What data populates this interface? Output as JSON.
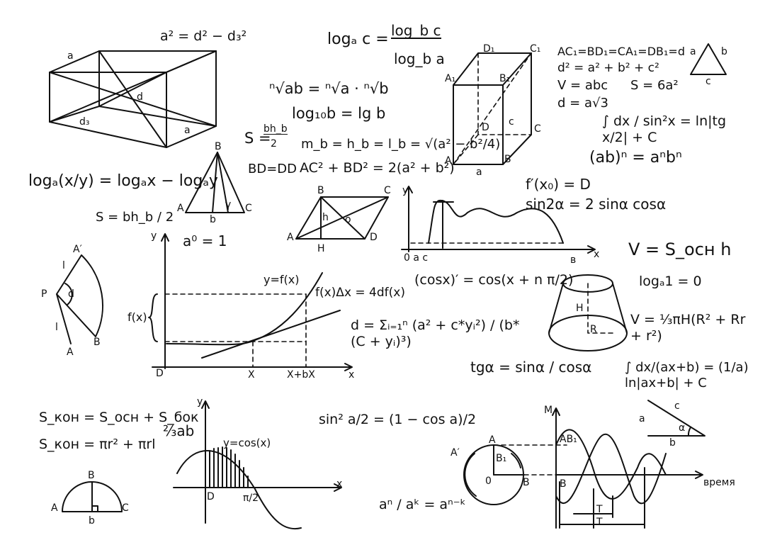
{
  "ink_color": "#111111",
  "background_color": "#ffffff",
  "formulas": {
    "pythag_3d": "a² = d² − d₃²",
    "log_change_base": "logₐ c = log_b c / log_b a",
    "log_change_base_lhs": "logₐ c =",
    "log_change_base_num": "log_b c",
    "log_change_base_den": "log_b a",
    "root_product": "ⁿ√ab = ⁿ√a · ⁿ√b",
    "log10": "log₁₀b = lg b",
    "triangle_area": "S = bh_b / 2",
    "triangle_area_lhs": "S =",
    "triangle_area_num": "bh_b",
    "triangle_area_den": "2",
    "median_height": "m_b = h_b = l_b = √(a² − b²/4)",
    "bd_dd": "BD=DD",
    "parallelogram_diag": "AC² + BD² = 2(a² + b²)",
    "log_quotient": "logₐ(x/y) = logₐx − logₐy",
    "zero_power": "a⁰ = 1",
    "cube_diagonals": "AC₁=BD₁=CA₁=DB₁=d",
    "box_diag": "d² = a² + b² + c²",
    "box_volume": "V = abc",
    "cube_area": "S = 6a²",
    "cube_diag": "d = a√3",
    "integral_sin": "∫ dx / sin²x = ln|tg x/2| + C",
    "power_product": "(ab)ⁿ = aⁿbⁿ",
    "derivative": "f′(x₀) = D",
    "double_angle": "sin2α = 2 sinα cosα",
    "cylinder_volume": "V = S_осн h",
    "log_one": "logₐ1 = 0",
    "frustum_volume": "V = ⅓πH(R² + Rr + r²)",
    "cos_shift": "(cosx)′ = cos(x + n π/2)",
    "y_fx": "y=f(x)",
    "differential": "f(x)Δx = 4df(x)",
    "fx_label": "f(x)",
    "sum_formula": "d = Σᵢ₌₁ⁿ (a² + c*yᵢ²) / (b*(C + yᵢ)³)",
    "tangent": "tgα = sinα / cosα",
    "integral_linear": "∫ dx/(ax+b) = (1/a) ln|ax+b| + C",
    "cone_area": "S_кон = S_осн + S_бок",
    "cone_area2": "S_кон = πr² + πrl",
    "two_thirds": "⅔ab",
    "y_cos": "y=cos(x)",
    "half_angle": "sin² a/2 = (1 − cos a)/2",
    "power_quotient": "aⁿ / aᵏ = aⁿ⁻ᵏ",
    "time_label": "время"
  },
  "labels": {
    "a": "a",
    "b": "b",
    "c": "c",
    "d": "d",
    "d3": "d₃",
    "l": "l",
    "A": "A",
    "B": "B",
    "C": "C",
    "D": "D",
    "H": "H",
    "h": "h",
    "o": "o",
    "O": "0",
    "P": "P",
    "A1": "A₁",
    "B1": "B₁",
    "C1": "C₁",
    "D1": "D₁",
    "Aprime": "A′",
    "AB1": "AB₁",
    "x": "x",
    "y": "y",
    "X": "X",
    "XbX": "X+bX",
    "M": "M",
    "R": "R",
    "Hcap": "H",
    "alpha": "α",
    "gamma": "γ",
    "pi2": "π/2",
    "T": "T",
    "zero_a_c": "0  a  c",
    "v": "в"
  }
}
